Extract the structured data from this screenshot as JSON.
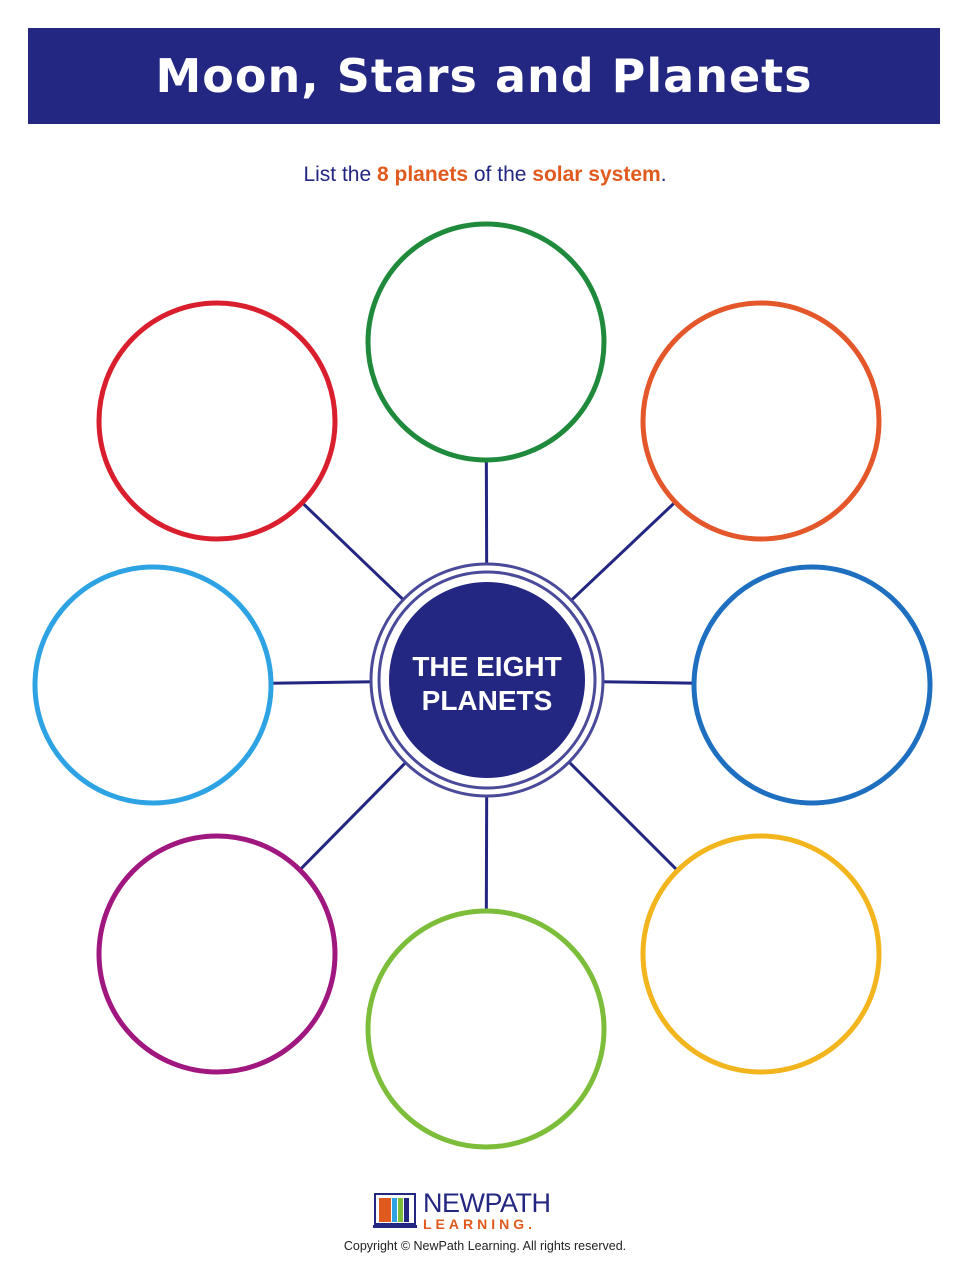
{
  "header": {
    "title": "Moon, Stars and Planets"
  },
  "instruction": {
    "part1": "List the ",
    "highlight1": "8 planets",
    "part2": " of the ",
    "highlight2": "solar system",
    "part3": "."
  },
  "center": {
    "line1": "THE EIGHT",
    "line2": "PLANETS",
    "color": "#232781"
  },
  "planet_circles": [
    {
      "name": "top",
      "color": "#1f8a3c",
      "answer": ""
    },
    {
      "name": "upper-right",
      "color": "#e4572a",
      "answer": ""
    },
    {
      "name": "right",
      "color": "#1f6fc1",
      "answer": ""
    },
    {
      "name": "lower-right",
      "color": "#f2b51e",
      "answer": ""
    },
    {
      "name": "bottom",
      "color": "#7cbd3a",
      "answer": ""
    },
    {
      "name": "lower-left",
      "color": "#a0177f",
      "answer": ""
    },
    {
      "name": "left",
      "color": "#2ea3e3",
      "answer": ""
    },
    {
      "name": "upper-left",
      "color": "#d91f2e",
      "answer": ""
    }
  ],
  "footer": {
    "logo_line1": "NEWPATH",
    "logo_line2": "LEARNING.",
    "copyright": "Copyright © NewPath Learning.  All rights reserved."
  }
}
